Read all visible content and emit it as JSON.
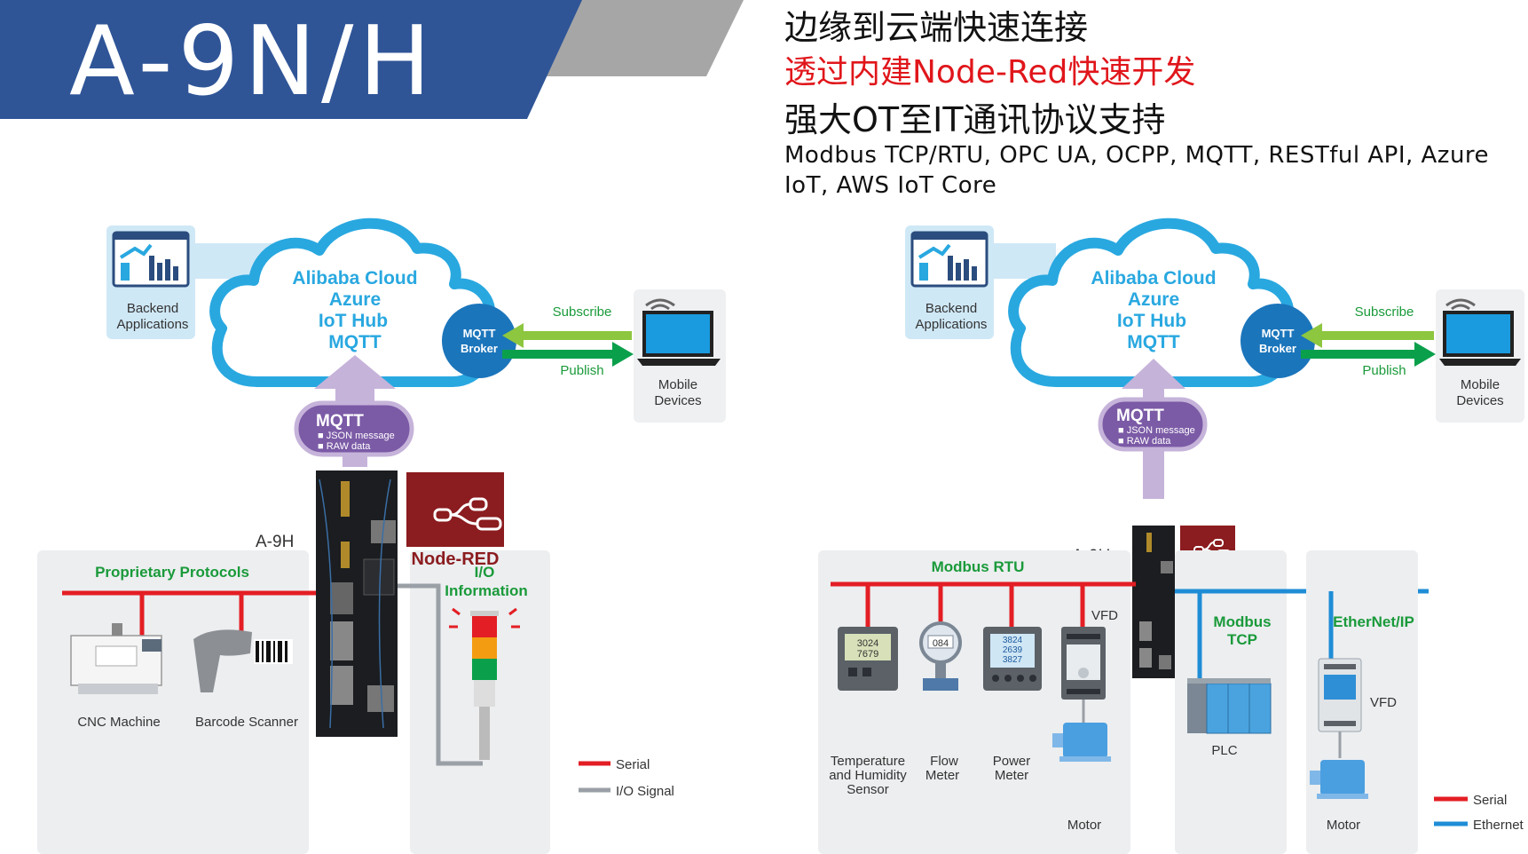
{
  "header": {
    "model": "A-9N/H",
    "line1": "边缘到云端快速连接",
    "line2": "透过内建Node-Red快速开发",
    "line3": "强大OT至IT通讯协议支持",
    "protocols": "Modbus TCP/RTU, OPC UA, OCPP, MQTT, RESTful API, Azure IoT, AWS IoT Core"
  },
  "colors": {
    "header_blue": "#2f5597",
    "header_gray": "#a6a6a6",
    "cloud_blue": "#29a8e0",
    "mqtt_purple": "#7b5aa6",
    "node_red": "#8b1c1f",
    "serial_red": "#e31e24",
    "io_gray": "#9aa0a6",
    "ethernet_blue": "#1f8dd6",
    "green_label": "#1a9a3a"
  },
  "shared": {
    "backend_line1": "Backend",
    "backend_line2": "Applications",
    "cloud_line1": "Alibaba Cloud",
    "cloud_line2": "Azure",
    "cloud_line3": "IoT Hub",
    "cloud_line4": "MQTT",
    "broker_line1": "MQTT",
    "broker_line2": "Broker",
    "subscribe": "Subscribe",
    "publish": "Publish",
    "mobile_line1": "Mobile",
    "mobile_line2": "Devices",
    "mqtt_title": "MQTT",
    "mqtt_item1": "■ JSON message",
    "mqtt_item2": "■ RAW data",
    "device_label": "A-9H",
    "nodered_label": "Node-RED"
  },
  "left": {
    "proprietary_title": "Proprietary Protocols",
    "cnc_label": "CNC Machine",
    "barcode_label": "Barcode Scanner",
    "io_title1": "I/O",
    "io_title2": "Information",
    "legend_serial": "Serial",
    "legend_io": "I/O Signal"
  },
  "right": {
    "modbus_rtu_title": "Modbus RTU",
    "vfd_label": "VFD",
    "temp_line1": "Temperature",
    "temp_line2": "and Humidity",
    "temp_line3": "Sensor",
    "flow_line1": "Flow",
    "flow_line2": "Meter",
    "power_line1": "Power",
    "power_line2": "Meter",
    "motor_label": "Motor",
    "modbus_tcp_line1": "Modbus",
    "modbus_tcp_line2": "TCP",
    "plc_label": "PLC",
    "ethernetip_title": "EtherNet/IP",
    "vfd2_label": "VFD",
    "motor2_label": "Motor",
    "legend_serial": "Serial",
    "legend_ethernet": "Ethernet",
    "temp_display1": "3024",
    "temp_display2": "7679",
    "flow_display": "084",
    "power_display1": "3824",
    "power_display2": "2639",
    "power_display3": "3827"
  }
}
